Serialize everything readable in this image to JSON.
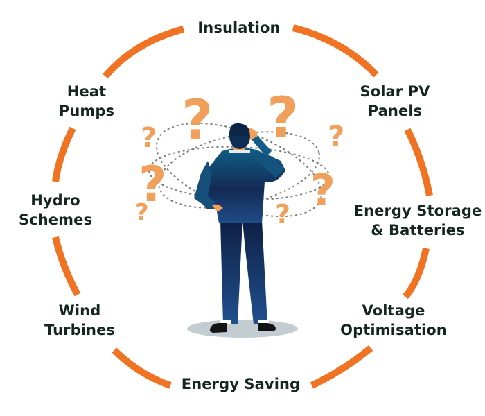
{
  "diagram": {
    "accent_color": "#f07323",
    "text_color": "#15261f",
    "question_mark_color": "#f0a05a",
    "suit_color": "#1d4a78",
    "center_illustration": "confused-businessman-with-question-marks",
    "labels": [
      {
        "id": "insulation",
        "lines": [
          "Insulation"
        ]
      },
      {
        "id": "solar",
        "lines": [
          "Solar PV",
          "Panels"
        ]
      },
      {
        "id": "storage",
        "lines": [
          "Energy Storage",
          "& Batteries"
        ]
      },
      {
        "id": "voltage",
        "lines": [
          "Voltage",
          "Optimisation"
        ]
      },
      {
        "id": "saving",
        "lines": [
          "Energy Saving"
        ]
      },
      {
        "id": "wind",
        "lines": [
          "Wind",
          "Turbines"
        ]
      },
      {
        "id": "hydro",
        "lines": [
          "Hydro",
          "Schemes"
        ]
      },
      {
        "id": "heat",
        "lines": [
          "Heat",
          "Pumps"
        ]
      }
    ]
  }
}
